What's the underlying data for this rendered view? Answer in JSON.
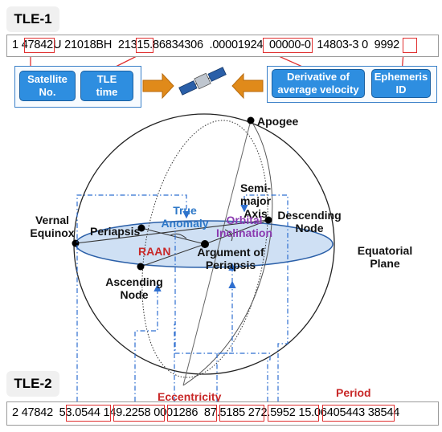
{
  "tle1": {
    "title": "TLE-1",
    "line": "1 47842U 21018BH  21315.86834306  .00001924  00000-0  14803-3 0  9992"
  },
  "tle2": {
    "title": "TLE-2",
    "line": "2 47842  53.0544 149.2258 0001286  87.5185 272.5952 15.06405443 38544"
  },
  "boxes": {
    "satellite_no": "Satellite No.",
    "tle_time": "TLE time",
    "derivative": "Derivative of average velocity",
    "ephemeris": "Ephemeris ID"
  },
  "labels": {
    "apogee": "Apogee",
    "semi_major": "Semi-major Axis",
    "true_anomaly": "True Anomaly",
    "orbital_inclination": "Orbital Inclination",
    "descending_node": "Descending Node",
    "vernal_equinox": "Vernal Equinox",
    "periapsis": "Periapsis",
    "raan": "RAAN",
    "argument_of_periapsis": "Argument of Periapsis",
    "equatorial_plane": "Equatorial Plane",
    "ascending_node": "Ascending Node",
    "eccentricity": "Eccentricity",
    "period": "Period"
  },
  "colors": {
    "blue_box": "#2e8ee0",
    "highlight": "#e03030",
    "arrow": "#e08a1a",
    "equator_fill": "#cfe0f4",
    "dashed": "#2e6fd0",
    "true_anomaly": "#2e78c8",
    "inclination": "#8a3ab0",
    "raan": "#c82828"
  },
  "icons": [
    "satellite-icon",
    "right-arrow-icon",
    "left-arrow-icon"
  ]
}
